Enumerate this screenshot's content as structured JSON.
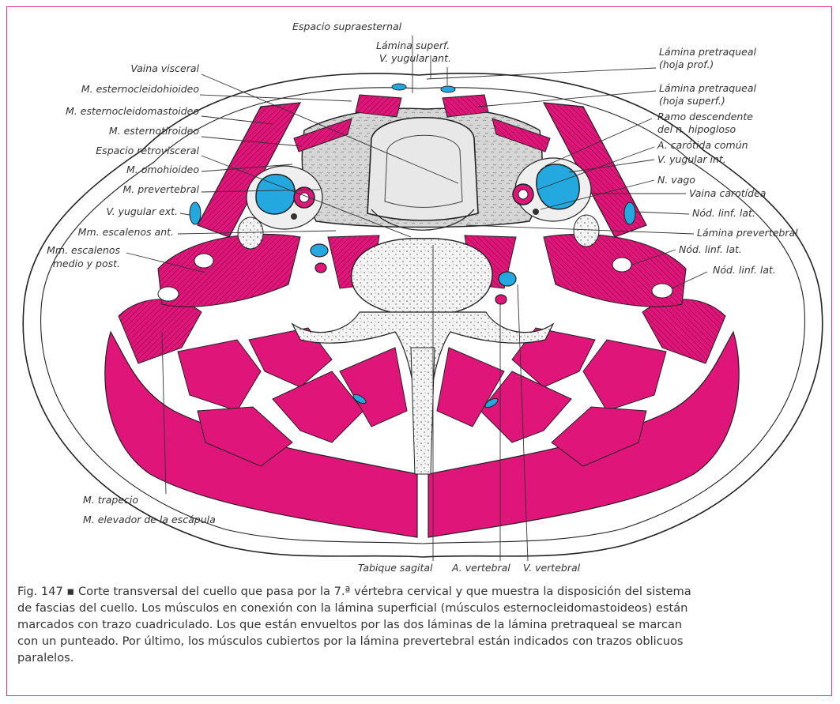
{
  "colors": {
    "muscle": "#e0157a",
    "vessel_blue": "#23a8e0",
    "bone_gray": "#d8d8d8",
    "frame_border": "#e0308a"
  },
  "labels": {
    "espacio_supraesternal": "Espacio supraesternal",
    "lamina_superf": "Lámina superf.",
    "v_yugular_ant": "V. yugular ant.",
    "vaina_visceral": "Vaina visceral",
    "m_esternocleidohioideo": "M. esternocleidohioideo",
    "m_esternocleidomastoideo": "M. esternocleidomastoideo",
    "m_esternotiroideo": "M. esternotiroideo",
    "espacio_retrovisceral": "Espacio retrovisceral",
    "m_omohioideo": "M. omohioideo",
    "m_prevertebral": "M. prevertebral",
    "v_yugular_ext": "V. yugular ext.",
    "mm_escalenos_ant": "Mm. escalenos ant.",
    "mm_escalenos_medio_1": "Mm. escalenos",
    "mm_escalenos_medio_2": "medio y post.",
    "lamina_pretraqueal_prof_1": "Lámina pretraqueal",
    "lamina_pretraqueal_prof_2": "(hoja prof.)",
    "lamina_pretraqueal_superf_1": "Lámina pretraqueal",
    "lamina_pretraqueal_superf_2": "(hoja superf.)",
    "ramo_descendente_1": "Ramo descendente",
    "ramo_descendente_2": "del n. hipogloso",
    "a_carotida_comun": "A. carótida común",
    "v_yugular_int": "V. yugular int.",
    "n_vago": "N. vago",
    "vaina_carotidea": "Vaina carotídea",
    "nod_linf_lat_1": "Nód. linf. lat.",
    "lamina_prevertebral": "Lámina prevertebral",
    "nod_linf_lat_2": "Nód. linf. lat.",
    "nod_linf_lat_3": "Nód. linf. lat.",
    "m_trapecio": "M. trapecio",
    "m_elevador_escapula": "M. elevador de la escápula",
    "tabique_sagital": "Tabique sagital",
    "a_vertebral": "A. vertebral",
    "v_vertebral": "V. vertebral"
  },
  "caption": {
    "lines": [
      "Fig. 147 ▪ Corte transversal del cuello que pasa por la 7.ª vértebra cervical y que muestra la disposición del sistema",
      "de fascias del cuello. Los músculos en conexión con la lámina superficial (músculos esternocleidomastoideos) están",
      "marcados con trazo cuadriculado. Los que están envueltos por las dos láminas de la lámina pretraqueal se marcan",
      "con un punteado. Por último, los músculos cubiertos por la lámina prevertebral están indicados con trazos oblicuos",
      "paralelos."
    ]
  }
}
